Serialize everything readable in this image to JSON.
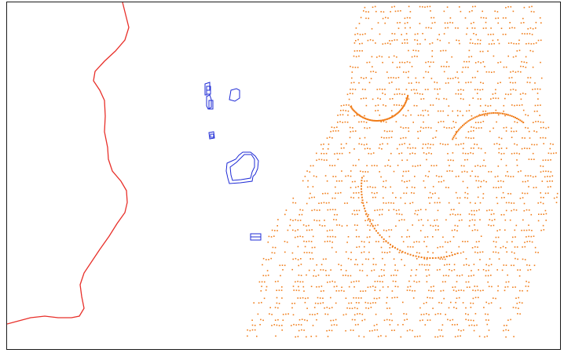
{
  "map": {
    "background": "#ffffff",
    "frame_color": "#1a1a1a",
    "layers": [
      {
        "id": "boundary",
        "kind": "line",
        "color": "#e8302a"
      },
      {
        "id": "buildings",
        "kind": "polygon-outline",
        "color": "#1f2bd6"
      },
      {
        "id": "points",
        "kind": "point-cloud",
        "color": "#f07d1a"
      }
    ]
  }
}
